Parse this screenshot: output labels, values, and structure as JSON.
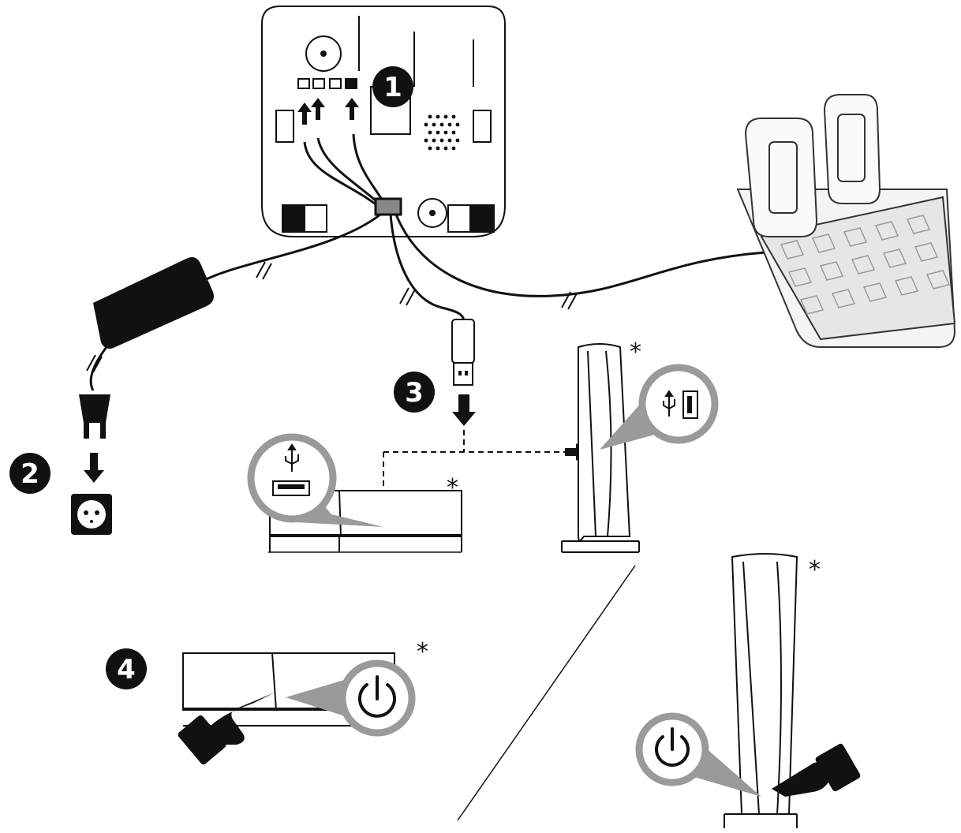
{
  "steps": [
    {
      "number": "1",
      "label": "wheel-base-connections"
    },
    {
      "number": "2",
      "label": "power-outlet"
    },
    {
      "number": "3",
      "label": "usb-to-console"
    },
    {
      "number": "4",
      "label": "power-on-console"
    }
  ],
  "asterisk": "*",
  "colors": {
    "ink": "#111111",
    "callout_gray": "#9a9a9a",
    "pedal_light": "#eeeeee",
    "background": "#ffffff"
  },
  "icons": [
    "usb-icon",
    "power-icon",
    "power-plug-icon",
    "wall-socket-icon",
    "pointing-hand-icon",
    "arrow-down-icon"
  ]
}
